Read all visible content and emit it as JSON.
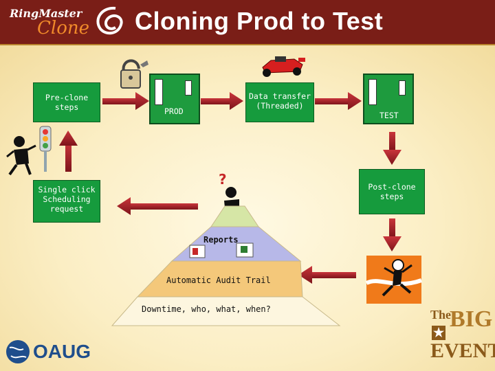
{
  "header": {
    "logo_line1": "RingMaster",
    "logo_line2": "Clone",
    "title": "Cloning Prod to Test"
  },
  "boxes": {
    "pre_clone": "Pre-clone steps",
    "data_transfer": "Data transfer (Threaded)",
    "post_clone": "Post-clone steps",
    "scheduling": "Single click Scheduling request"
  },
  "servers": {
    "prod": "PROD",
    "test": "TEST"
  },
  "pyramid": {
    "top": "Reports",
    "middle": "Automatic Audit Trail",
    "bottom": "Downtime, who, what, when?"
  },
  "footer": {
    "oaug": "OAUG",
    "event_the": "The",
    "event_big": "BIG",
    "event_event": "EVENT"
  },
  "colors": {
    "header": "#7a1e17",
    "box_green": "#169b3d",
    "arrow": "#a31f25",
    "pyramid_top": "#d6e6a6",
    "pyramid_mid": "#b7b8e8",
    "pyramid_bot": "#f4c87a"
  }
}
